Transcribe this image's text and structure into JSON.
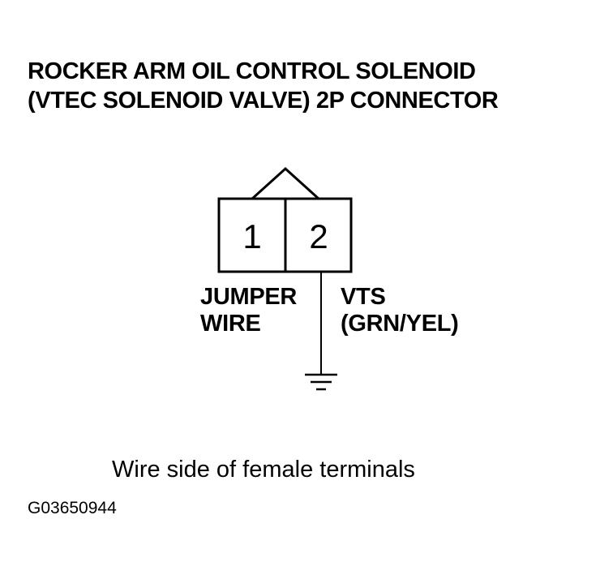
{
  "title": {
    "line1": "ROCKER ARM OIL CONTROL SOLENOID",
    "line2": "(VTEC SOLENOID VALVE) 2P CONNECTOR"
  },
  "connector": {
    "terminals": [
      {
        "number": "1"
      },
      {
        "number": "2"
      }
    ]
  },
  "labels": {
    "jumper_line1": "JUMPER",
    "jumper_line2": "WIRE",
    "vts_line1": "VTS",
    "vts_line2": "(GRN/YEL)"
  },
  "caption": "Wire side of female terminals",
  "figure_code": "G03650944"
}
